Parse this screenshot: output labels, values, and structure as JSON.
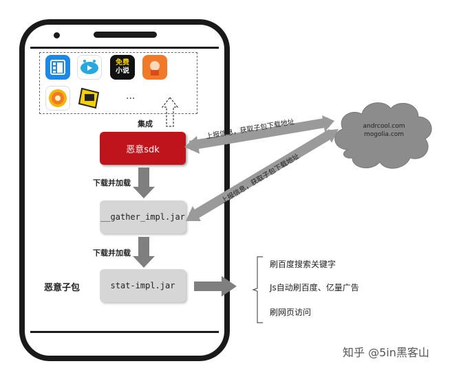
{
  "apps": {
    "icons": [
      {
        "name": "video-app-icon",
        "color": "#1e88e5",
        "text": ""
      },
      {
        "name": "player-app-icon",
        "color": "#ffffff",
        "text": ""
      },
      {
        "name": "free-novel-app-icon",
        "color": "#111111",
        "text": "免费\n小说"
      },
      {
        "name": "orange-app-icon",
        "color": "#f07a2a",
        "text": ""
      },
      {
        "name": "coin-app-icon",
        "color": "#ffffff",
        "text": ""
      },
      {
        "name": "film-app-icon",
        "color": "#ffffff",
        "text": ""
      }
    ],
    "ellipsis": "..."
  },
  "labels": {
    "integrate": "集成",
    "download_load_1": "下载并加载",
    "download_load_2": "下载并加载",
    "malicious_subpackage": "恶意子包"
  },
  "boxes": {
    "malicious_sdk": "恶意sdk",
    "gather_impl": "__gather_impl.jar",
    "stat_impl": "stat-impl.jar"
  },
  "cloud": {
    "line1": "andrcool.com",
    "line2": "mogolia.com"
  },
  "arrows": {
    "upper_report": "上报信息，获取子包下载地址",
    "lower_report": "上报信息，获取子包下载地址"
  },
  "actions": [
    "刷百度搜索关键字",
    "Js自动刷百度、亿量广告",
    "刷网页访问"
  ],
  "watermark": "知乎 @5in黑客山"
}
